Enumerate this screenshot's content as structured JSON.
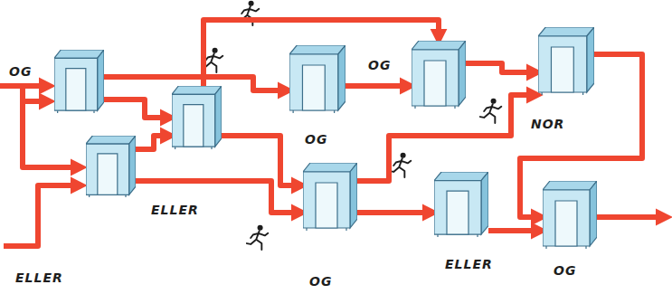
{
  "diagram": {
    "nodes": [
      {
        "text": [
          "OG"
        ]
      },
      {
        "text": [
          "ELLER"
        ]
      },
      {
        "text": [
          "ELLER"
        ]
      },
      {
        "text": [
          "OG"
        ]
      },
      {
        "text": [
          "OG"
        ]
      },
      {
        "text": [
          "NOR"
        ]
      },
      {
        "text": [
          "OG"
        ]
      },
      {
        "text": [
          "ELLER"
        ]
      },
      {
        "text": [
          "OG"
        ]
      }
    ],
    "edges": [
      {
        "from": 0,
        "to": 3,
        "arrow": "to"
      },
      {
        "from": 0,
        "to": 2,
        "arrow": "to"
      },
      {
        "from": 1,
        "to": 2,
        "arrow": "to"
      },
      {
        "from": 1,
        "to": 6,
        "arrow": "to"
      },
      {
        "from": 2,
        "to": 6,
        "arrow": "to"
      },
      {
        "from": 2,
        "to": 4,
        "arrow": "to"
      },
      {
        "from": 3,
        "to": 4,
        "arrow": "to"
      },
      {
        "from": 4,
        "to": 5,
        "arrow": "to"
      },
      {
        "from": 6,
        "to": 7,
        "arrow": "to"
      },
      {
        "from": 6,
        "to": 5,
        "arrow": "to"
      },
      {
        "from": 5,
        "to": 8,
        "arrow": "to"
      },
      {
        "from": 7,
        "to": 8,
        "arrow": "to"
      }
    ]
  }
}
